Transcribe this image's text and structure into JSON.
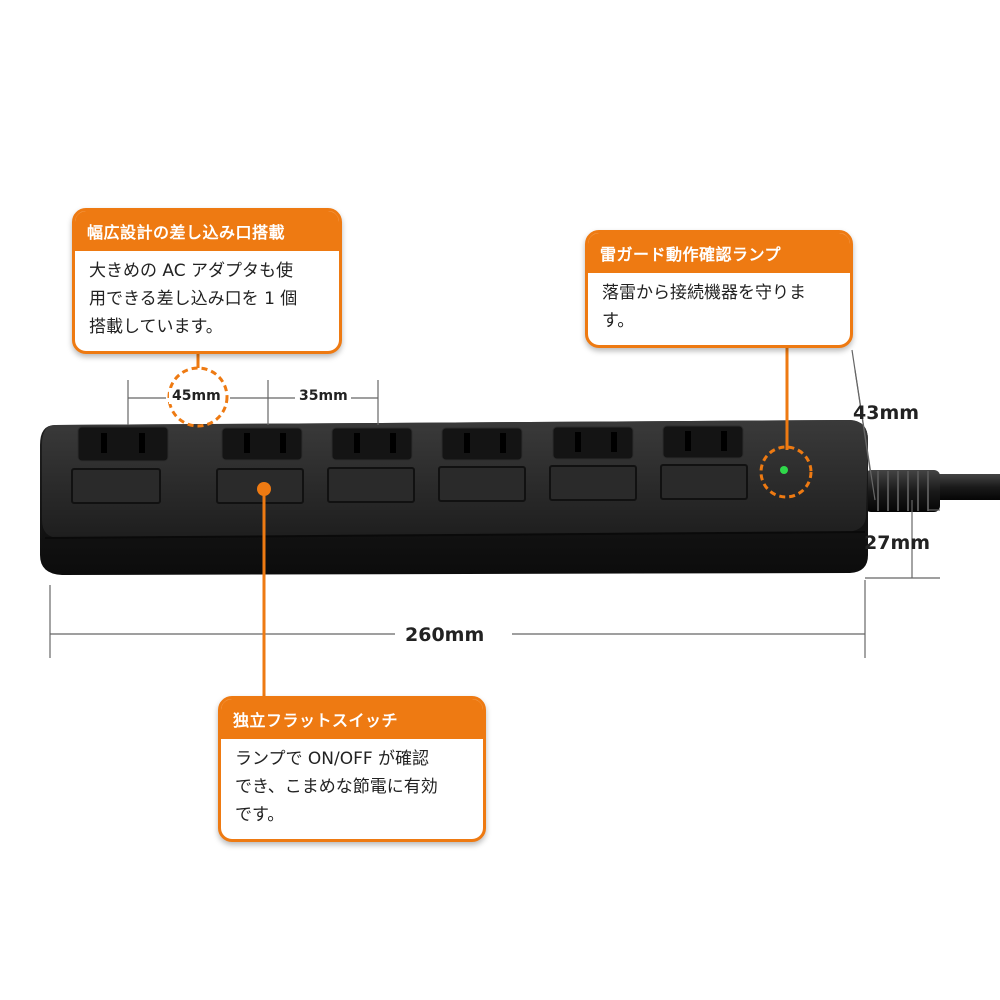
{
  "callouts": {
    "wide_outlet": {
      "title": "幅広設計の差し込み口搭載",
      "body": "大きめの AC アダプタも使\n用できる差し込み口を 1 個\n搭載しています。"
    },
    "lightning_lamp": {
      "title": "雷ガード動作確認ランプ",
      "body": "落雷から接続機器を守りま\nす。"
    },
    "flat_switch": {
      "title": "独立フラットスイッチ",
      "body": "ランプで ON/OFF が確認\nでき、こまめな節電に有効\nです。"
    }
  },
  "dimensions": {
    "wide_pitch": "45mm",
    "pitch": "35mm",
    "height": "43mm",
    "thickness": "27mm",
    "length": "260mm"
  },
  "colors": {
    "accent": "#ee7a12",
    "body": "#1c1c1c",
    "lamp": "#2fd84a"
  }
}
